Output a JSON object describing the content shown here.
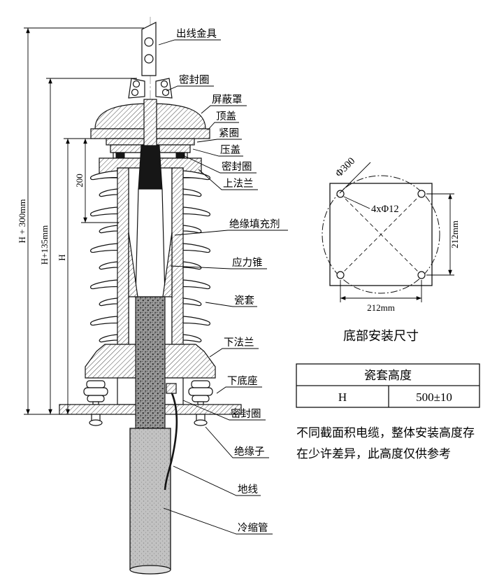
{
  "callouts": [
    "出线金具",
    "密封圈",
    "屏蔽罩",
    "顶盖",
    "紧圈",
    "压盖",
    "密封圈",
    "上法兰",
    "绝缘填充剂",
    "应力锥",
    "瓷套",
    "下法兰",
    "下底座",
    "密封圈",
    "绝缘子",
    "地线",
    "冷缩管"
  ],
  "dimensions": {
    "overall_height": "H + 300mm",
    "mid_height": "H+135mm",
    "porcelain_height": "H",
    "top_section": "200"
  },
  "bottom_view": {
    "title": "底部安装尺寸",
    "bolt_circle_dia": "Φ300",
    "hole_spec": "4xΦ12",
    "width": "212mm",
    "height": "212mm"
  },
  "spec_table": {
    "header": "瓷套高度",
    "row_label": "H",
    "row_value": "500±10"
  },
  "note": {
    "line1": "不同截面积电缆，整体安装高度存",
    "line2": "在少许差异，此高度仅供参考"
  }
}
